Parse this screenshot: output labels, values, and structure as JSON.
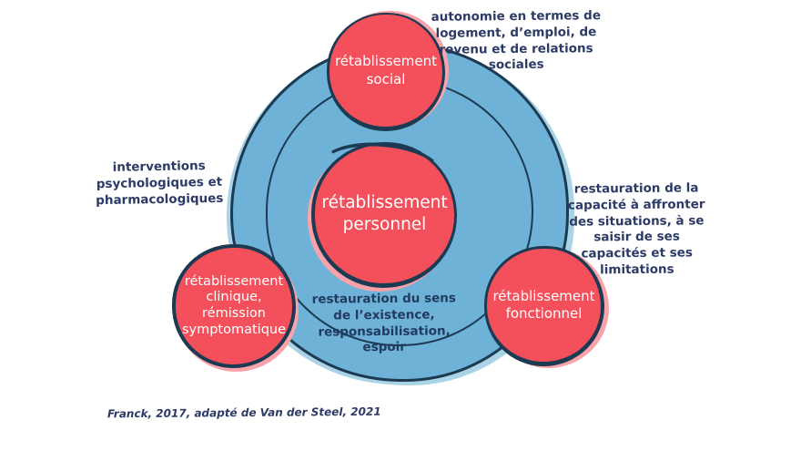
{
  "diagram": {
    "center_circle": {
      "label": "rétablissement\npersonnel"
    },
    "orbit_circles": [
      {
        "id": "social",
        "label": "rétablissement\nsocial"
      },
      {
        "id": "clinique",
        "label": "rétablissement\nclinique,\nrémission\nsymptomatique"
      },
      {
        "id": "fonctionnel",
        "label": "rétablissement\nfonctionnel"
      }
    ],
    "annotations": {
      "top_right": "autonomie en termes de\nlogement, d’emploi, de\nrevenu et de relations\nsociales",
      "left": "interventions\npsychologiques et\npharmacologiques",
      "right": "restauration de la\ncapacité à affronter\ndes situations, à se\nsaisir de ses\ncapacités et ses\nlimitations",
      "bottom_center": "restauration du sens\nde l’existence,\nresponsabilisation,\nespoir"
    },
    "citation": "Franck, 2017, adapté de Van der Steel, 2021",
    "colors": {
      "circle_red": "#f3505c",
      "circle_red_offset": "#f8a3a9",
      "ring_blue_fill": "#6fb2d7",
      "ring_blue_offset": "#aad3e7",
      "outline_navy": "#1c3a52",
      "handwriting_navy": "#2c3a66",
      "circle_text": "#ffffff",
      "background": "#ffffff"
    }
  }
}
